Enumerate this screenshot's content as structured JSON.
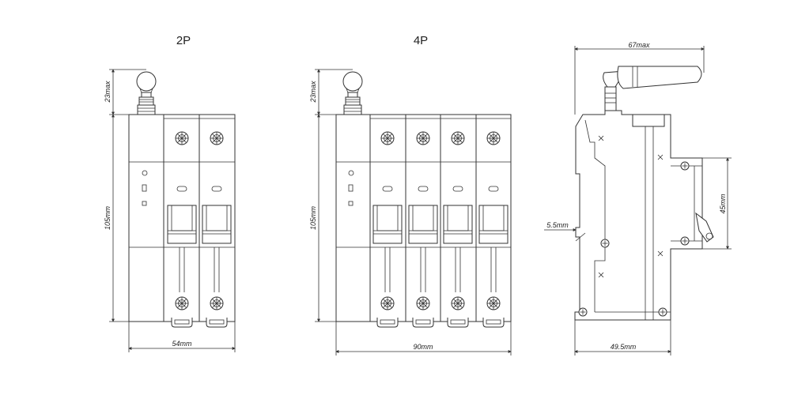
{
  "views": {
    "two_pole": {
      "title": "2P",
      "dim_height": "105mm",
      "dim_antenna": "23max",
      "dim_width": "54mm"
    },
    "four_pole": {
      "title": "4P",
      "dim_height": "105mm",
      "dim_antenna": "23max",
      "dim_width": "90mm"
    },
    "side": {
      "dim_top": "67max",
      "dim_rail": "5.5mm",
      "dim_face": "45mm",
      "dim_bottom": "49.5mm"
    }
  },
  "colors": {
    "line": "#333333",
    "background": "#ffffff"
  },
  "icons": [
    "terminal-screw-icon",
    "antenna-icon",
    "indicator-led-icon",
    "switch-icon"
  ]
}
